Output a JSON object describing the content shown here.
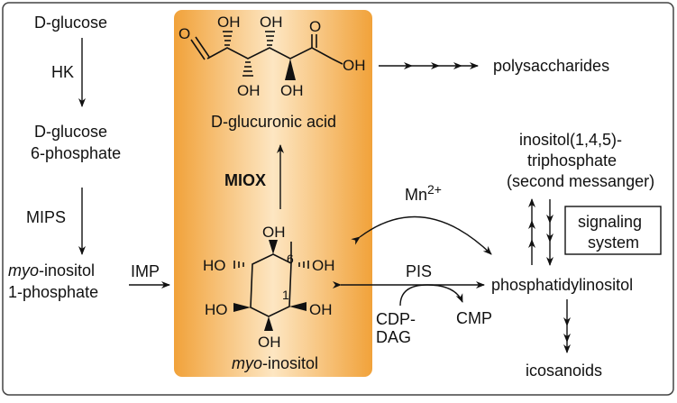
{
  "left_column": {
    "d_glucose": "D-glucose",
    "hk": "HK",
    "g6p_line1": "D-glucose",
    "g6p_line2": "6-phosphate",
    "mips": "MIPS",
    "myo_prefix": "myo",
    "inositol_1p_line1_rest": "-inositol",
    "inositol_1p_line2": "1-phosphate",
    "imp": "IMP"
  },
  "center": {
    "glucuronic_acid": "D-glucuronic acid",
    "miox": "MIOX",
    "myo_prefix": "myo",
    "inositol_rest": "-inositol",
    "highlight_color": "#f5b454",
    "atoms": {
      "aldehyde_o": "O",
      "oh": "OH",
      "ho": "HO",
      "acid_o": "O",
      "acid_oh": "OH",
      "ring_num_6": "6",
      "ring_num_1": "1"
    }
  },
  "right": {
    "polysaccharides": "polysaccharides",
    "ip3_line1": "inositol(1,4,5)-",
    "ip3_line2": "triphosphate",
    "ip3_line3": "(second messanger)",
    "signaling_line1": "signaling",
    "signaling_line2": "system",
    "mn": "Mn",
    "mn_charge": "2+",
    "pis": "PIS",
    "cdp_line1": "CDP-",
    "cdp_line2": "DAG",
    "cmp": "CMP",
    "phosphatidylinositol": "phosphatidylinositol",
    "icosanoids": "icosanoids"
  }
}
